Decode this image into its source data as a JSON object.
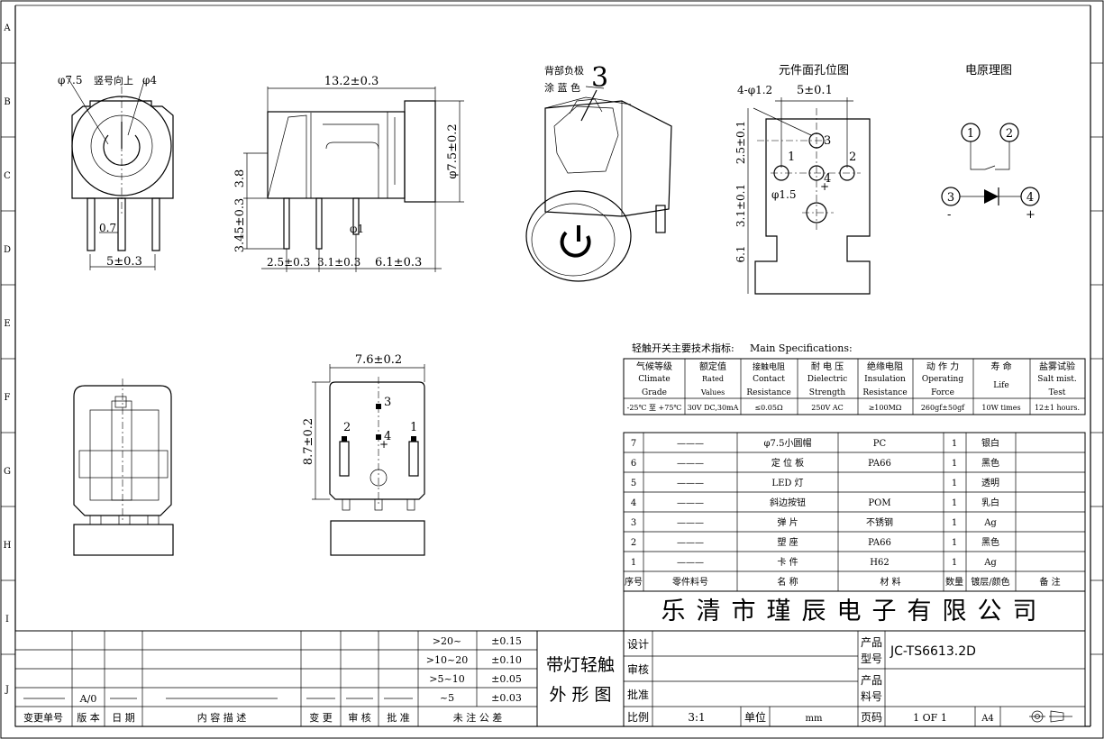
{
  "row_letters": [
    "A",
    "B",
    "C",
    "D",
    "E",
    "F",
    "G",
    "H",
    "I",
    "J"
  ],
  "views": {
    "front": {
      "dia_left": "φ7.5",
      "orient_note": "竖号向上",
      "dia_right": "φ4",
      "pin_w": "0.7",
      "pitch": "5±0.3"
    },
    "side": {
      "length": "13.2±0.3",
      "h1": "3.8",
      "h2": "3.45±0.3",
      "dia": "φ7.5±0.2",
      "pin_dia": "φ1",
      "d1": "2.5±0.3",
      "d2": "3.1±0.3",
      "d3": "6.1±0.3"
    },
    "iso": {
      "note_line1": "背部负极",
      "note_line2": "涂 蓝 色",
      "callout": "3"
    },
    "hole": {
      "title": "元件面孔位图",
      "holes": "4-φ1.2",
      "pitch": "5±0.1",
      "v1": "2.5±0.1",
      "v2": "3.1±0.1",
      "v3": "6.1",
      "led_hole": "φ1.5",
      "p1": "1",
      "p2": "2",
      "p3": "3",
      "p4": "4",
      "plus": "+"
    },
    "schematic": {
      "title": "电原理图",
      "n1": "1",
      "n2": "2",
      "n3": "3",
      "n4": "4",
      "minus": "-",
      "plus": "+"
    },
    "bottom": {
      "width": "7.6±0.2",
      "height": "8.7±0.2",
      "p1": "1",
      "p2": "2",
      "p3": "3",
      "p4": "4",
      "plus": "+"
    }
  },
  "specs": {
    "title": "轻触开关主要技术指标:",
    "title_en": "Main Specifications:",
    "headers": [
      [
        "气候等级",
        "Climate",
        "Grade"
      ],
      [
        "额定值",
        "Rated",
        "Values"
      ],
      [
        "接触电阻",
        "Contact",
        "Resistance"
      ],
      [
        "耐 电 压",
        "Dielectric",
        "Strength"
      ],
      [
        "绝缘电阻",
        "Insulation",
        "Resistance"
      ],
      [
        "动 作 力",
        "Operating",
        "Force"
      ],
      [
        "寿 命",
        "Life",
        ""
      ],
      [
        "盐雾试验",
        "Salt mist.",
        "Test"
      ]
    ],
    "values": [
      "-25℃ 至 +75℃",
      "30V DC,30mA",
      "≤0.05Ω",
      "250V AC",
      "≥100MΩ",
      "260gf±50gf",
      "10W times",
      "12±1 hours."
    ]
  },
  "bom": {
    "dash": "———",
    "rows": [
      {
        "no": "7",
        "name": "φ7.5小圆帽",
        "material": "PC",
        "qty": "1",
        "finish": "银白",
        "note": ""
      },
      {
        "no": "6",
        "name": "定 位 板",
        "material": "PA66",
        "qty": "1",
        "finish": "黑色",
        "note": ""
      },
      {
        "no": "5",
        "name": "LED 灯",
        "material": "",
        "qty": "1",
        "finish": "透明",
        "note": ""
      },
      {
        "no": "4",
        "name": "斜边按钮",
        "material": "POM",
        "qty": "1",
        "finish": "乳白",
        "note": ""
      },
      {
        "no": "3",
        "name": "弹 片",
        "material": "不锈钢",
        "qty": "1",
        "finish": "Ag",
        "note": ""
      },
      {
        "no": "2",
        "name": "塑 座",
        "material": "PA66",
        "qty": "1",
        "finish": "黑色",
        "note": ""
      },
      {
        "no": "1",
        "name": "卡 件",
        "material": "H62",
        "qty": "1",
        "finish": "Ag",
        "note": ""
      }
    ],
    "headers": [
      "序号",
      "零件料号",
      "名 称",
      "材 料",
      "数量",
      "镀层/颜色",
      "备 注"
    ]
  },
  "company": "乐清市瑾辰电子有限公司",
  "title_block": {
    "design": "设计",
    "check": "审核",
    "approve": "批准",
    "scale_label": "比例",
    "scale": "3:1",
    "unit_label": "单位",
    "unit": "mm",
    "page_label": "页码",
    "page": "1 OF 1",
    "size": "A4",
    "product_type_label": [
      "产品",
      "型号"
    ],
    "product_type": "JC-TS6613.2D",
    "product_no_label": [
      "产品",
      "料号"
    ],
    "product_title": [
      "带灯轻触",
      "外 形 图"
    ]
  },
  "revision": {
    "version": "A/0",
    "headers": [
      "变更单号",
      "版 本",
      "日 期",
      "内 容 描 述",
      "变 更",
      "审 核",
      "批 准",
      "未 注 公 差"
    ],
    "tolerances": [
      {
        "range": ">20~",
        "tol": "±0.15"
      },
      {
        "range": ">10~20",
        "tol": "±0.10"
      },
      {
        "range": ">5~10",
        "tol": "±0.05"
      },
      {
        "range": "~5",
        "tol": "±0.03"
      }
    ]
  }
}
